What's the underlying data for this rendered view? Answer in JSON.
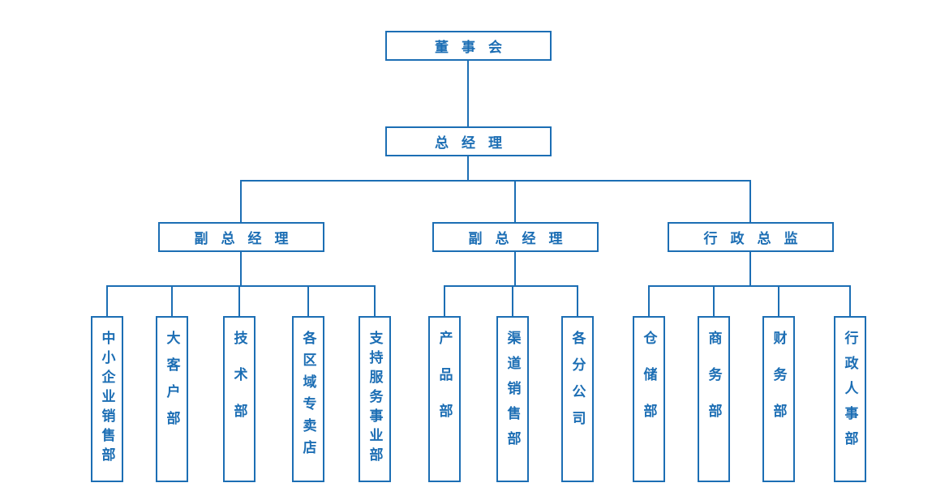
{
  "org": {
    "colors": {
      "accent": "#1c6eb4",
      "background": "#ffffff"
    },
    "board": {
      "label": "董事会"
    },
    "general_manager": {
      "label": "总经理"
    },
    "branches": [
      {
        "label": "副总经理",
        "children": [
          {
            "label": "中小企业销售部"
          },
          {
            "label": "大客户部"
          },
          {
            "label": "技术部"
          },
          {
            "label": "各区域专卖店"
          },
          {
            "label": "支持服务事业部"
          }
        ]
      },
      {
        "label": "副总经理",
        "children": [
          {
            "label": "产品部"
          },
          {
            "label": "渠道销售部"
          },
          {
            "label": "各分公司"
          }
        ]
      },
      {
        "label": "行政总监",
        "children": [
          {
            "label": "仓储部"
          },
          {
            "label": "商务部"
          },
          {
            "label": "财务部"
          },
          {
            "label": "行政人事部"
          }
        ]
      }
    ]
  }
}
